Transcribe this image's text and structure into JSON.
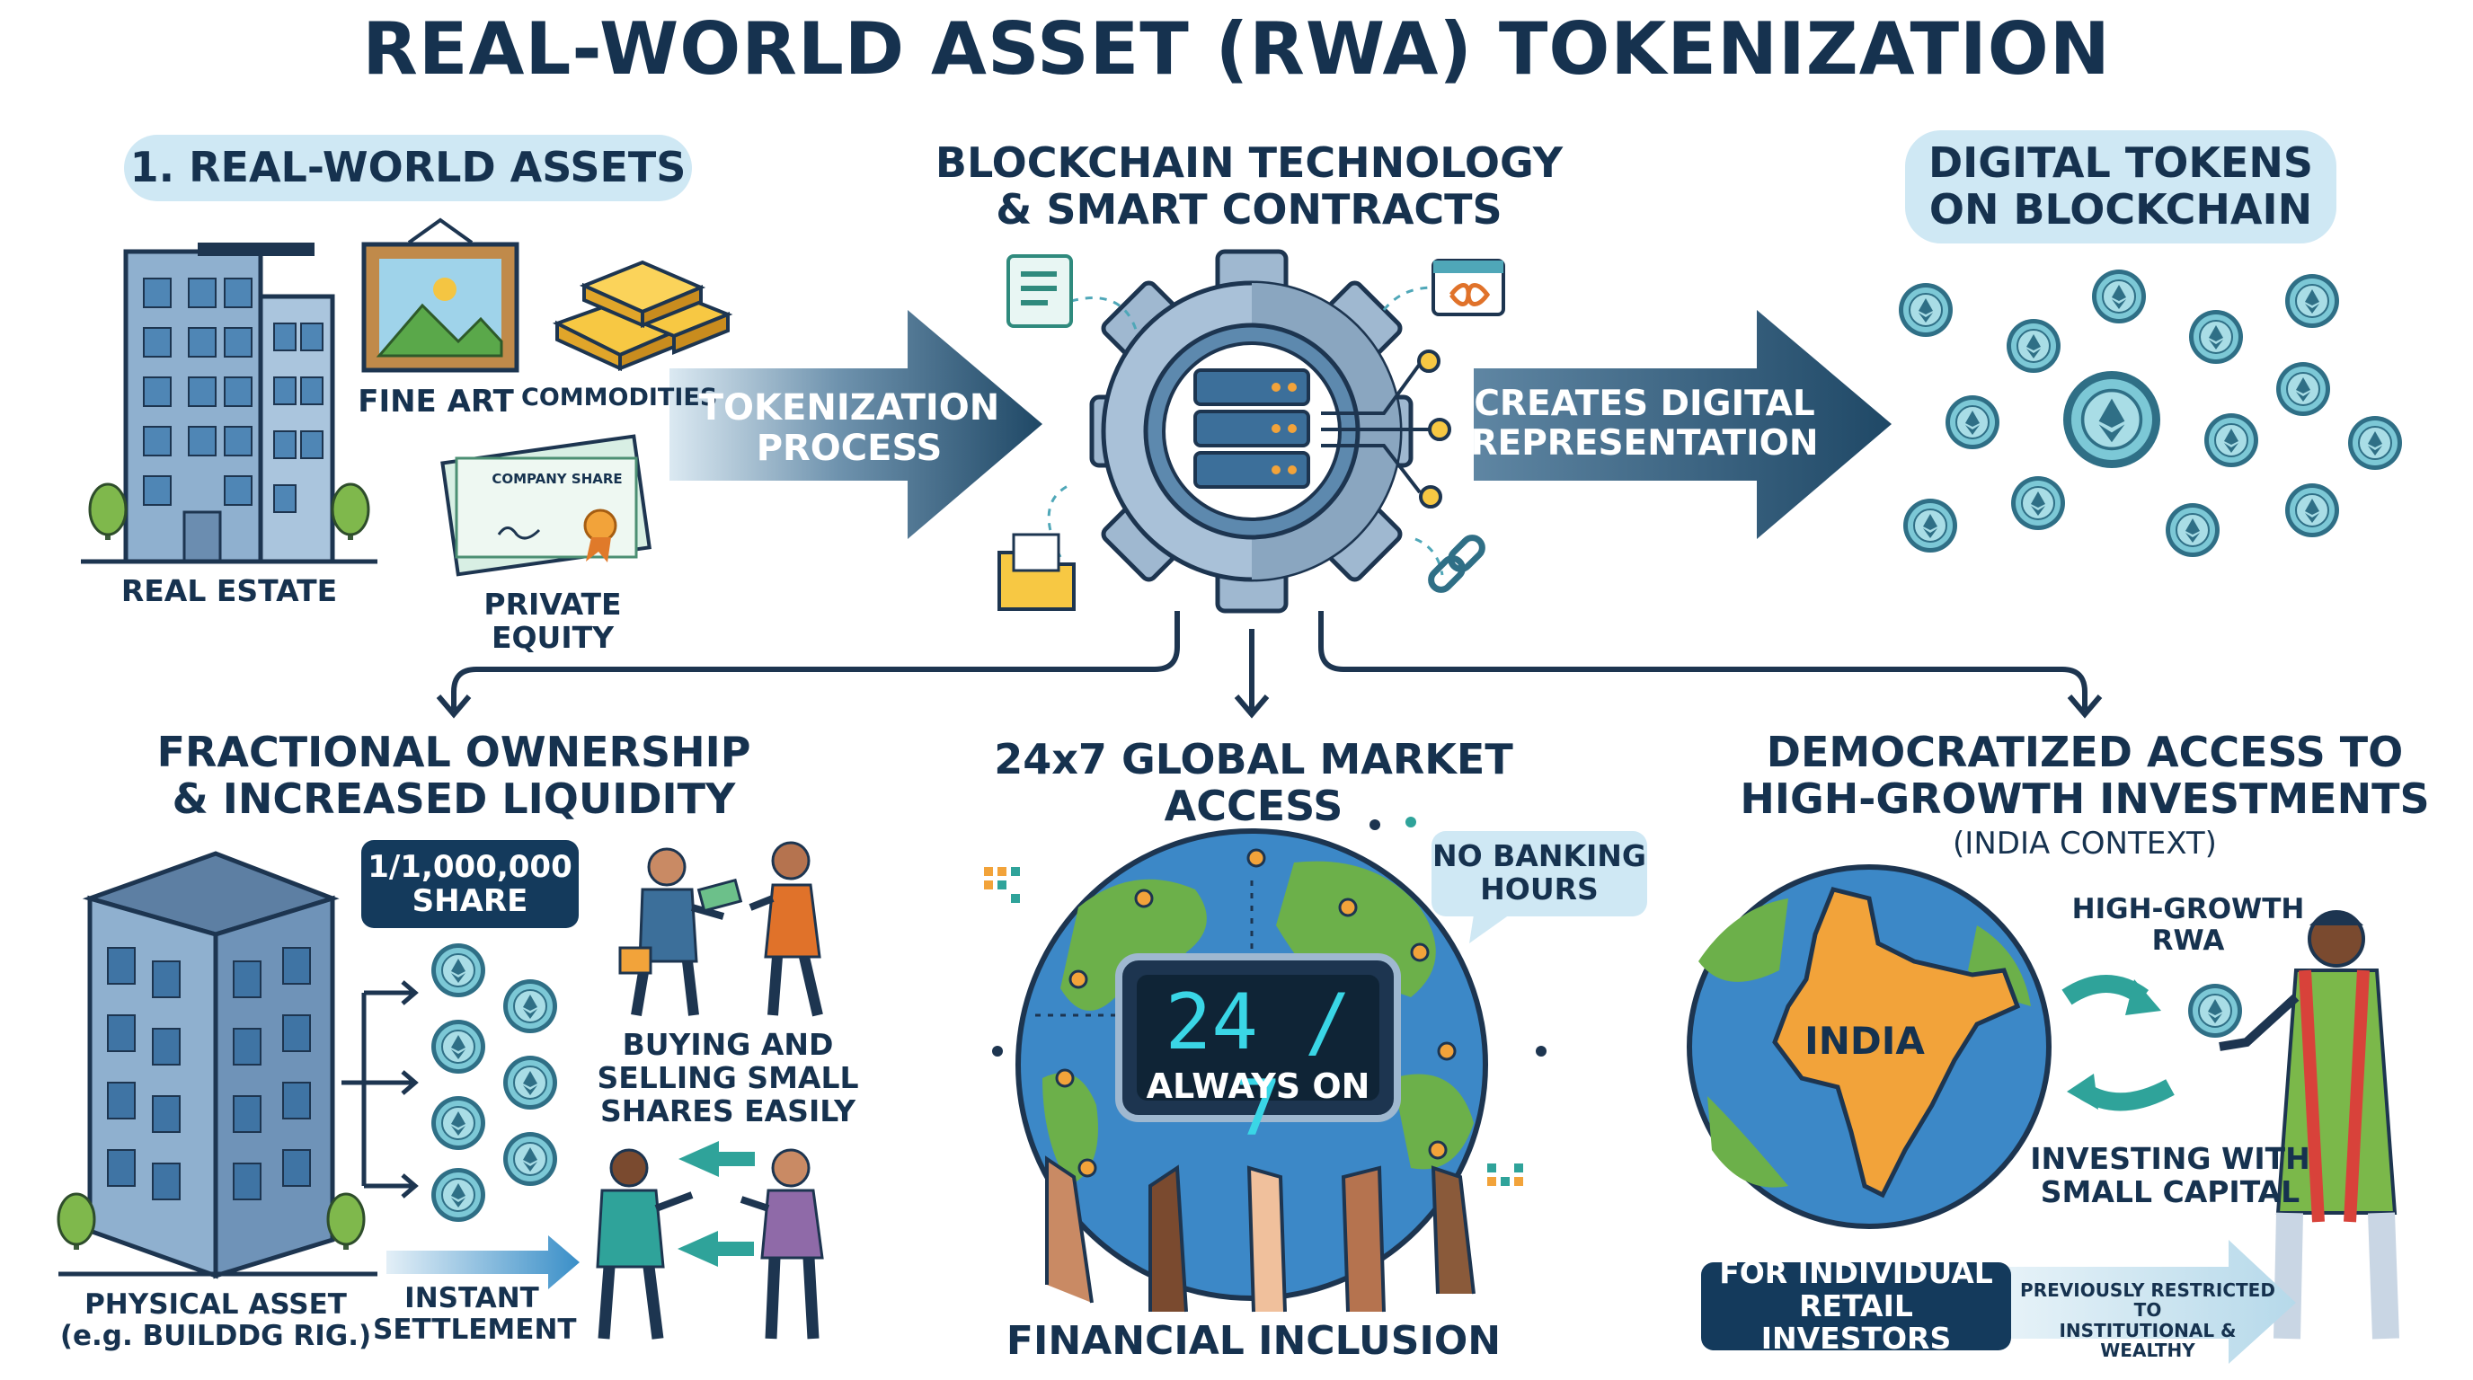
{
  "title": "REAL-WORLD ASSET (RWA) TOKENIZATION",
  "sections": {
    "assets": {
      "heading": "1. REAL-WORLD ASSETS",
      "items": {
        "real_estate": "REAL ESTATE",
        "fine_art": "FINE ART",
        "commodities": "COMMODITIES",
        "private_equity": "PRIVATE EQUITY",
        "certificate_text": "COMPANY SHARE"
      }
    },
    "process_arrow": "TOKENIZATION\nPROCESS",
    "blockchain": {
      "heading": "BLOCKCHAIN TECHNOLOGY\n& SMART CONTRACTS"
    },
    "digital_arrow": "CREATES DIGITAL\nREPRESENTATION",
    "tokens": {
      "heading": "DIGITAL TOKENS\nON BLOCKCHAIN"
    },
    "fractional": {
      "heading": "FRACTIONAL OWNERSHIP\n& INCREASED LIQUIDITY",
      "share_label": "1/1,000,000\nSHARE",
      "buying_selling": "BUYING AND\nSELLING SMALL\nSHARES EASILY",
      "physical_asset": "PHYSICAL ASSET\n(e.g. BUILDDG RIG.)",
      "instant_settlement": "INSTANT\nSETTLEMENT"
    },
    "global": {
      "heading": "24x7 GLOBAL MARKET ACCESS",
      "no_banking": "NO BANKING\nHOURS",
      "clock": "24 / 7",
      "always_on": "ALWAYS ON",
      "inclusion": "FINANCIAL INCLUSION"
    },
    "democratized": {
      "heading": "DEMOCRATIZED ACCESS TO\nHIGH-GROWTH INVESTMENTS",
      "subheading": "(INDIA CONTEXT)",
      "india": "INDIA",
      "high_growth": "HIGH-GROWTH\nRWA",
      "investing": "INVESTING WITH\nSMALL CAPITAL",
      "retail": "FOR INDIVIDUAL\nRETAIL INVESTORS",
      "restricted": "PREVIOUSLY RESTRICTED TO\nINSTITUTIONAL & WEALTHY"
    }
  },
  "colors": {
    "navy": "#16324f",
    "arrow_dark": "#1f4866",
    "pill_bg": "#cfe8f4",
    "token_teal": "#5fb8c9",
    "earth_green": "#6cb04a",
    "ocean_blue": "#3c88c7",
    "india_orange": "#f2a33a",
    "clock_cyan": "#3ad6e6"
  }
}
